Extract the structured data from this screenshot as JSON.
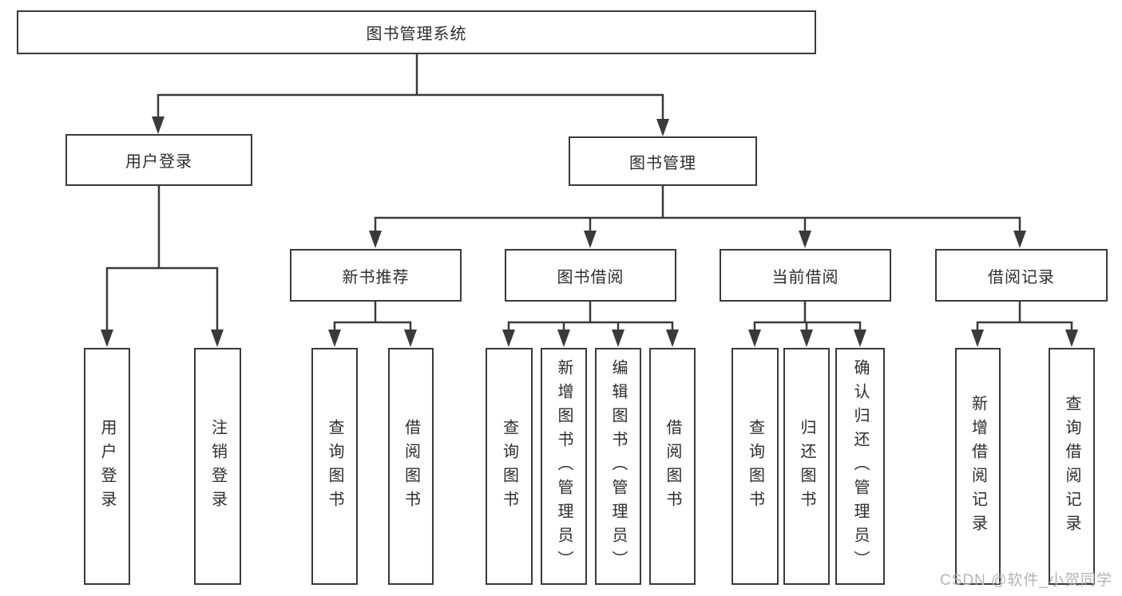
{
  "page": {
    "background": "#ffffff"
  },
  "colors": {
    "line": "#3a3a3a",
    "box_border": "#3a3a3a",
    "text": "#2d2d2d",
    "watermark": "#b4b4b4"
  },
  "diagram": {
    "root": {
      "label": "图书管理系统"
    },
    "level2": {
      "user_login": {
        "label": "用户登录"
      },
      "book_management": {
        "label": "图书管理"
      }
    },
    "level3": {
      "new_book_recommend": {
        "label": "新书推荐"
      },
      "book_borrow": {
        "label": "图书借阅"
      },
      "current_borrow": {
        "label": "当前借阅"
      },
      "borrow_record": {
        "label": "借阅记录"
      }
    },
    "leaves": {
      "login_user_login": "用户登录",
      "login_logout": "注销登录",
      "recommend_query_book": "查询图书",
      "recommend_borrow_book": "借阅图书",
      "borrow_query_book": "查询图书",
      "borrow_add_book": "新增图书（管理员）",
      "borrow_edit_book": "编辑图书（管理员）",
      "borrow_borrow_book": "借阅图书",
      "current_query_book": "查询图书",
      "current_return_book": "归还图书",
      "current_confirm_return": "确认归还（管理员）",
      "record_add_record": "新增借阅记录",
      "record_query_record": "查询借阅记录"
    }
  },
  "watermark": {
    "text": "CSDN @软件_小贺同学"
  }
}
